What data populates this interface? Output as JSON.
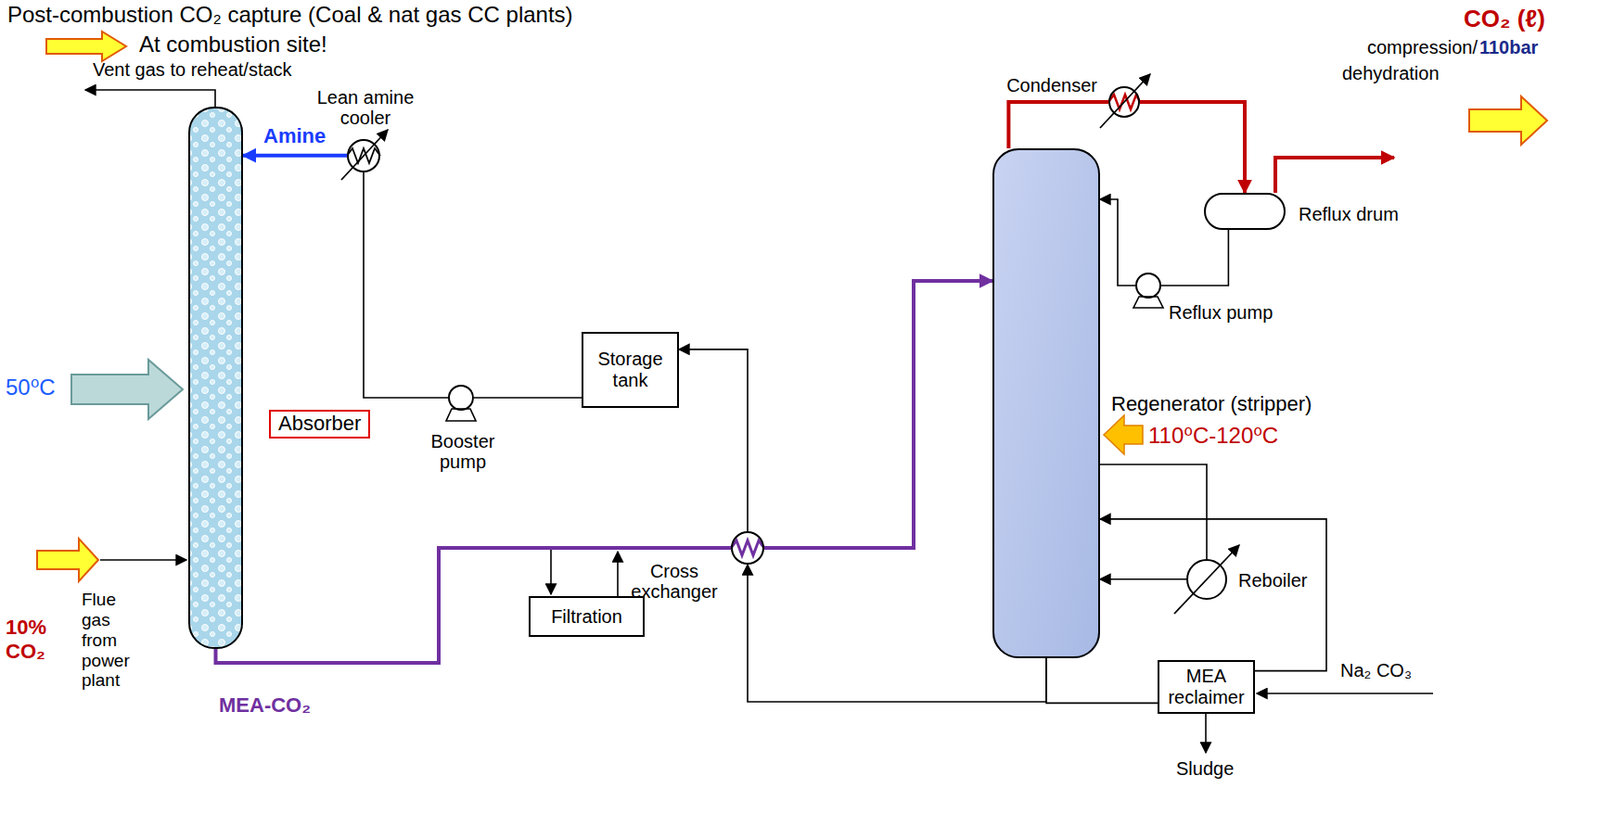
{
  "diagram": {
    "title": "Post-combustion CO₂ capture (Coal & nat gas CC plants)",
    "nodes": [
      {
        "text": [
          "Absorber"
        ]
      },
      {
        "text": [
          "Lean amine cooler"
        ]
      },
      {
        "text": [
          "Storage tank"
        ]
      },
      {
        "text": [
          "Booster pump"
        ]
      },
      {
        "text": [
          "Filtration"
        ]
      },
      {
        "text": [
          "Cross exchanger"
        ]
      },
      {
        "text": [
          "Condenser"
        ]
      },
      {
        "text": [
          "Reflux drum"
        ]
      },
      {
        "text": [
          "Reflux pump"
        ]
      },
      {
        "text": [
          "Regenerator (stripper)"
        ]
      },
      {
        "text": [
          "Reboiler"
        ]
      },
      {
        "text": [
          "MEA reclaimer"
        ]
      }
    ],
    "edges": [
      {
        "from": 1,
        "to": 0,
        "arrow": "to"
      },
      {
        "from": 3,
        "to": 1,
        "arrow": "none"
      },
      {
        "from": 2,
        "to": 3,
        "arrow": "none"
      },
      {
        "from": 0,
        "to": 5,
        "arrow": "none"
      },
      {
        "from": 5,
        "to": 9,
        "arrow": "to"
      },
      {
        "from": 9,
        "to": 6,
        "arrow": "none"
      },
      {
        "from": 6,
        "to": 7,
        "arrow": "to"
      },
      {
        "from": 7,
        "to": 8,
        "arrow": "none"
      },
      {
        "from": 8,
        "to": 9,
        "arrow": "to"
      },
      {
        "from": 9,
        "to": 10,
        "arrow": "none"
      },
      {
        "from": 10,
        "to": 9,
        "arrow": "to"
      },
      {
        "from": 9,
        "to": 5,
        "arrow": "to"
      },
      {
        "from": 9,
        "to": 11,
        "arrow": "none"
      },
      {
        "from": 11,
        "to": 9,
        "arrow": "to"
      },
      {
        "from": 5,
        "to": 2,
        "arrow": "to"
      }
    ],
    "labels": [
      "At combustion site!",
      "Vent gas to reheat/stack",
      "Amine",
      "50⁰C",
      "Flue gas from power plant",
      "10%",
      "CO₂",
      "MEA-CO₂",
      "110⁰C-120⁰C",
      "CO₂ (ℓ)",
      "compression/",
      "110bar",
      "dehydration",
      "Na₂ CO₃",
      "Sludge"
    ]
  }
}
